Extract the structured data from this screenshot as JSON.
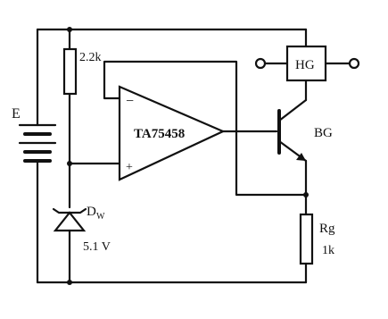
{
  "labels": {
    "battery": "E",
    "resistor_top": "2.2k",
    "opamp": "TA75458",
    "opamp_minus": "−",
    "opamp_plus": "+",
    "sensor": "HG",
    "transistor": "BG",
    "zener_letter": "D",
    "zener_sub": "W",
    "zener_value": "5.1 V",
    "resistor_g_name": "Rg",
    "resistor_g_value": "1k"
  }
}
